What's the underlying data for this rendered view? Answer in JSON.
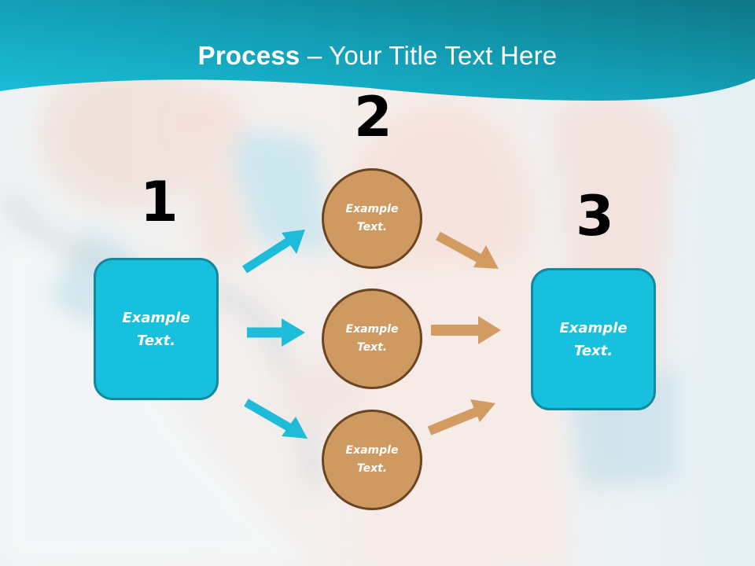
{
  "slide": {
    "title_bold": "Process",
    "title_rest": " – Your Title Text Here",
    "colors": {
      "header_teal_dark": "#0e7b8c",
      "header_teal_light": "#1ab8d2",
      "box_fill": "#17c0dc",
      "box_border": "#13889e",
      "circle_fill": "#cf9a62",
      "circle_border": "#6b4420",
      "arrow_blue": "#1ebcd8",
      "arrow_tan": "#d29b62"
    }
  },
  "steps": [
    {
      "number": "1",
      "label_line1": "Example",
      "label_line2": "Text."
    },
    {
      "number": "2"
    },
    {
      "number": "3",
      "label_line1": "Example",
      "label_line2": "Text."
    }
  ],
  "circles": [
    {
      "label_line1": "Example",
      "label_line2": "Text."
    },
    {
      "label_line1": "Example",
      "label_line2": "Text."
    },
    {
      "label_line1": "Example",
      "label_line2": "Text."
    }
  ],
  "arrows": {
    "left": [
      "arrow-up-right",
      "arrow-right",
      "arrow-down-right"
    ],
    "right": [
      "arrow-down-right",
      "arrow-right",
      "arrow-up-right"
    ]
  }
}
